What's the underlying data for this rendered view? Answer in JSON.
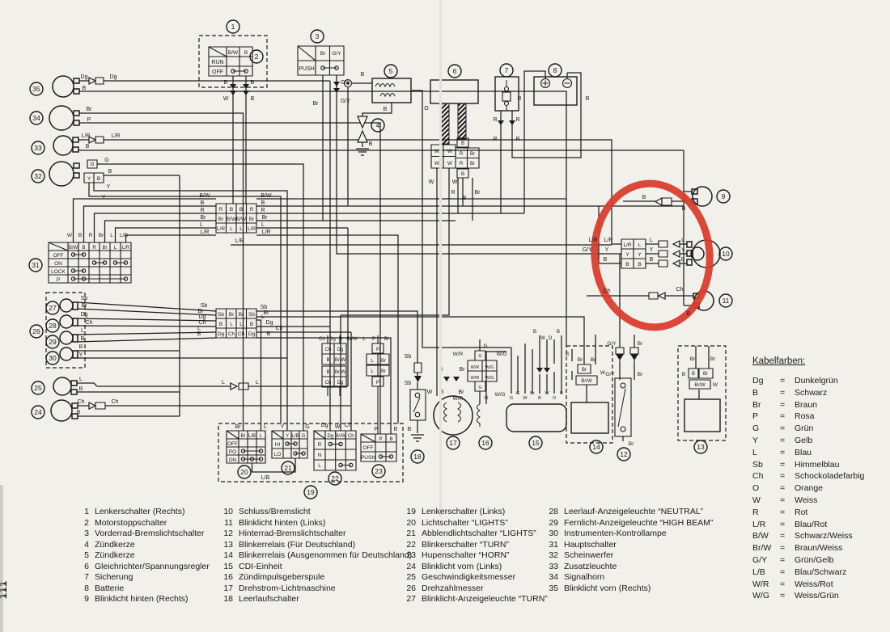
{
  "page": {
    "number": "111",
    "paper_color": "#f1f0ea",
    "ink_color": "#1a1a1c",
    "highlight_color": "#d93a2b"
  },
  "kabelfarben": {
    "title": "Kabelfarben:",
    "entries": [
      {
        "code": "Dg",
        "eq": "=",
        "name": "Dunkelgrün"
      },
      {
        "code": "B",
        "eq": "=",
        "name": "Schwarz"
      },
      {
        "code": "Br",
        "eq": "=",
        "name": "Braun"
      },
      {
        "code": "P",
        "eq": "=",
        "name": "Rosa"
      },
      {
        "code": "G",
        "eq": "=",
        "name": "Grün"
      },
      {
        "code": "Y",
        "eq": "=",
        "name": "Gelb"
      },
      {
        "code": "L",
        "eq": "=",
        "name": "Blau"
      },
      {
        "code": "Sb",
        "eq": "=",
        "name": "Himmelblau"
      },
      {
        "code": "Ch",
        "eq": "=",
        "name": "Schockoladefarbig"
      },
      {
        "code": "O",
        "eq": "=",
        "name": "Orange"
      },
      {
        "code": "W",
        "eq": "=",
        "name": "Weiss"
      },
      {
        "code": "R",
        "eq": "=",
        "name": "Rot"
      },
      {
        "code": "L/R",
        "eq": "=",
        "name": "Blau/Rot"
      },
      {
        "code": "B/W",
        "eq": "=",
        "name": "Schwarz/Weiss"
      },
      {
        "code": "Br/W",
        "eq": "=",
        "name": "Braun/Weiss"
      },
      {
        "code": "G/Y",
        "eq": "=",
        "name": "Grün/Gelb"
      },
      {
        "code": "L/B",
        "eq": "=",
        "name": "Blau/Schwarz"
      },
      {
        "code": "W/R",
        "eq": "=",
        "name": "Weiss/Rot"
      },
      {
        "code": "W/G",
        "eq": "=",
        "name": "Weiss/Grün"
      }
    ]
  },
  "legend": {
    "col1": [
      {
        "num": "1",
        "label": "Lenkerschalter (Rechts)"
      },
      {
        "num": "2",
        "label": "Motorstoppschalter"
      },
      {
        "num": "3",
        "label": "Vorderrad-Bremslichtschalter"
      },
      {
        "num": "4",
        "label": "Zündkerze"
      },
      {
        "num": "5",
        "label": "Zündkerze"
      },
      {
        "num": "6",
        "label": "Gleichrichter/Spannungsregler"
      },
      {
        "num": "7",
        "label": "Sicherung"
      },
      {
        "num": "8",
        "label": "Batterie"
      },
      {
        "num": "9",
        "label": "Blinklicht hinten (Rechts)"
      }
    ],
    "col2": [
      {
        "num": "10",
        "label": "Schluss/Bremslicht"
      },
      {
        "num": "11",
        "label": "Blinklicht hinten (Links)"
      },
      {
        "num": "12",
        "label": "Hinterrad-Bremslichtschalter"
      },
      {
        "num": "13",
        "label": "Blinkerrelais (Für Deutschland)"
      },
      {
        "num": "14",
        "label": "Blinkerrelais (Ausgenommen für Deutschland)"
      },
      {
        "num": "15",
        "label": "CDI-Einheit"
      },
      {
        "num": "16",
        "label": "Zündimpulsgeberspule"
      },
      {
        "num": "17",
        "label": "Drehstrom-Lichtmaschine"
      },
      {
        "num": "18",
        "label": "Leerlaufschalter"
      }
    ],
    "col3": [
      {
        "num": "19",
        "label": "Lenkerschalter (Links)"
      },
      {
        "num": "20",
        "label": "Lichtschalter “LIGHTS”"
      },
      {
        "num": "21",
        "label": "Abblendlichtschalter “LIGHTS”"
      },
      {
        "num": "22",
        "label": "Blinkerschalter “TURN”"
      },
      {
        "num": "23",
        "label": "Hupenschalter “HORN”"
      },
      {
        "num": "24",
        "label": "Blinklicht vorn (Links)"
      },
      {
        "num": "25",
        "label": "Geschwindigkeitsmesser"
      },
      {
        "num": "26",
        "label": "Drehzahlmesser"
      },
      {
        "num": "27",
        "label": "Blinklicht-Anzeigeleuchte “TURN”"
      }
    ],
    "col4": [
      {
        "num": "28",
        "label": "Leerlauf-Anzeigeleuchte “NEUTRAL”"
      },
      {
        "num": "29",
        "label": "Fernlicht-Anzeigeleuchte “HIGH BEAM”"
      },
      {
        "num": "30",
        "label": "Instrumenten-Kontrollampe"
      },
      {
        "num": "31",
        "label": "Hauptschalter"
      },
      {
        "num": "32",
        "label": "Scheinwerfer"
      },
      {
        "num": "33",
        "label": "Zusatzleuchte"
      },
      {
        "num": "34",
        "label": "Signalhorn"
      },
      {
        "num": "35",
        "label": "Blinklicht vorn (Rechts)"
      }
    ]
  },
  "diagram": {
    "nums_list": [
      "1",
      "2",
      "3",
      "4",
      "5",
      "6",
      "7",
      "8",
      "9",
      "10",
      "11",
      "12",
      "13",
      "14",
      "15",
      "16",
      "17",
      "18",
      "19",
      "20",
      "21",
      "22",
      "23",
      "24",
      "25",
      "26",
      "27",
      "28",
      "29",
      "30",
      "31",
      "32",
      "33",
      "34",
      "35"
    ],
    "sw1": {
      "h": [
        "B/W",
        "B"
      ],
      "rows": [
        "RUN",
        "OFF"
      ],
      "under": [
        "B",
        "B",
        "W",
        "B"
      ]
    },
    "sw3": {
      "h": [
        "Br",
        "G/Y"
      ],
      "rows": [
        "PUSH"
      ],
      "under": [
        "G/Y",
        "G/Y",
        "Br"
      ]
    },
    "sw31": {
      "top": [
        "W",
        "B",
        "R",
        "Br",
        "L",
        "L/R"
      ],
      "h": [
        "B/W",
        "B",
        "R",
        "Br",
        "L",
        "L/R"
      ],
      "rows": [
        "OFF",
        "ON",
        "LOCK",
        "P"
      ]
    },
    "sw20": {
      "top": [
        "Br",
        "L"
      ],
      "h": [
        "Br",
        "L/B",
        "L"
      ],
      "rows": [
        "OFF",
        "PO",
        "ON"
      ]
    },
    "sw21": {
      "top": [
        "Y",
        "G"
      ],
      "h": [
        "Y",
        "L/B",
        "G"
      ],
      "rows": [
        "HI",
        "LO"
      ],
      "link": "L/B"
    },
    "sw22": {
      "top": [
        "Dg",
        "W",
        "Ch"
      ],
      "h": [
        "Dg",
        "Br/W",
        "Ch"
      ],
      "rows": [
        "R",
        "N",
        "L"
      ]
    },
    "sw23": {
      "top": [
        "P",
        "B"
      ],
      "h": [
        "P",
        "B"
      ],
      "rows": [
        "OFF",
        "PUSH"
      ]
    },
    "cb1": {
      "cells": [
        [
          "R",
          "B",
          "B",
          "R"
        ],
        [
          "Br",
          "B/W",
          "B/W",
          "Br"
        ],
        [
          "L/R",
          "L",
          "L",
          "L/R"
        ]
      ],
      "left": [
        "B/W",
        "B",
        "R",
        "Br",
        "L",
        "L/R"
      ],
      "right": [
        "B/W",
        "B",
        "R",
        "Br",
        "L",
        "L/R"
      ],
      "below": "L/R"
    },
    "cb2": {
      "cells": [
        [
          "Sb",
          "Br",
          "Br",
          "Sb"
        ],
        [
          "B",
          "L",
          "L",
          "B"
        ],
        [
          "Dg",
          "Ch",
          "Ch",
          "Dg"
        ]
      ],
      "left": [
        "Sb",
        "Br",
        "Dg",
        "Ch",
        "L",
        "B"
      ],
      "right": [
        "Sb",
        "Br",
        "Dg",
        "Ch",
        "L",
        "B"
      ],
      "link": [
        "L",
        "L"
      ]
    },
    "cb3": {
      "cells": [
        [
          "L/R",
          "L"
        ],
        [
          "Y",
          "Y"
        ],
        [
          "B",
          "B"
        ]
      ],
      "left": [
        "L/R",
        "Y",
        "B"
      ],
      "lr": "L/R",
      "gy": "G/Y",
      "mid": [
        "L",
        "Y",
        "B"
      ],
      "out": [
        "L",
        "Y",
        "B"
      ]
    },
    "cb4": {
      "top": [
        "Ch",
        "Dg",
        "B",
        "Br/W"
      ],
      "cells": [
        [
          "Ch",
          "Dg"
        ],
        [
          "B",
          "Br/W"
        ],
        [
          "B",
          "Br/W"
        ],
        [
          "Ch",
          "Dg"
        ]
      ]
    },
    "cb5": {
      "top": [
        "L",
        "P",
        "Br"
      ],
      "cells": [
        "P",
        "L",
        "Br",
        "L",
        "Br",
        "P"
      ]
    },
    "cb6": {
      "around": [
        "W/R",
        "G",
        "W/G"
      ],
      "cells": [
        "G",
        "W/R",
        "W/G",
        "W/R",
        "W/G",
        "G"
      ],
      "below": [
        "W/R",
        "G",
        "W/G"
      ]
    },
    "lamps": {
      "l35": [
        "Dg",
        "Dg",
        "B"
      ],
      "l34": [
        "Br",
        "P"
      ],
      "l33": [
        "L/R",
        "L/R",
        "B"
      ],
      "l32": {
        "w": [
          "G",
          "B",
          "Y",
          "Y"
        ],
        "bx": [
          "G",
          "Y",
          "B"
        ]
      },
      "l27": [
        "Sb",
        "Br"
      ],
      "l28": [
        "Dg",
        "Ch"
      ],
      "l29": [
        "L",
        "B"
      ],
      "l30": [
        "B",
        "Y"
      ],
      "l25": [
        "L",
        "B"
      ],
      "l24": [
        "Ch",
        "Ch",
        "B"
      ],
      "l9": [
        "B",
        "B"
      ],
      "l11": [
        "Ch",
        "Ch",
        "B"
      ]
    },
    "c5": [
      "B",
      "O",
      "B"
    ],
    "c4": [
      "B"
    ],
    "c6": {
      "w": [
        "W",
        "W",
        "W",
        "W"
      ],
      "rb": [
        "B",
        "R",
        "Br",
        "R",
        "Br",
        "B"
      ],
      "below": [
        "W",
        "W",
        "R",
        "B",
        "Br"
      ]
    },
    "c7": [
      "R",
      "R",
      "R",
      "R"
    ],
    "c8": {
      "plus": "+",
      "minus": "−",
      "r": [
        "R",
        "R"
      ]
    },
    "c18": [
      "Sb",
      "Sb",
      "B"
    ],
    "c17": {
      "top": [
        "B",
        "Br"
      ],
      "mid": [
        "W",
        "B",
        "Br"
      ]
    },
    "c15": {
      "top": [
        "B",
        "W",
        "O",
        "B"
      ],
      "row": [
        "G",
        "G",
        "W",
        "Br",
        "B",
        "W",
        "O",
        "B"
      ]
    },
    "c14": {
      "t": [
        "B",
        "Br",
        "Br",
        "W"
      ],
      "bx": [
        "Br",
        "Br/W"
      ]
    },
    "c12": {
      "t": [
        "G/Y",
        "Br"
      ],
      "b": [
        "G/Y",
        "Br",
        "Br"
      ]
    },
    "c13": {
      "t": [
        "Br",
        "Br",
        "B",
        "W"
      ],
      "bx": [
        "B",
        "Br",
        "Br/W"
      ]
    }
  }
}
